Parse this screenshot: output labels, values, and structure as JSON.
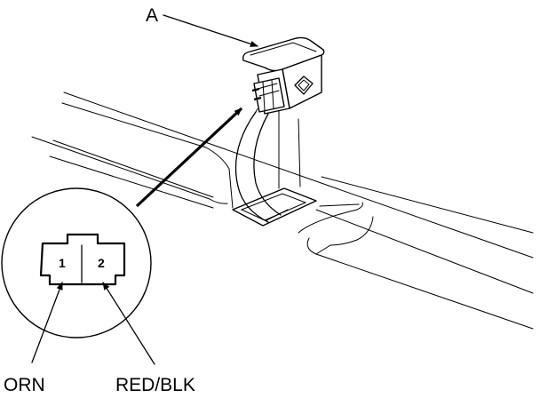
{
  "callout": {
    "part_label": "A"
  },
  "connector": {
    "pins": [
      {
        "number": "1",
        "wire_color": "ORN"
      },
      {
        "number": "2",
        "wire_color": "RED/BLK"
      }
    ]
  }
}
